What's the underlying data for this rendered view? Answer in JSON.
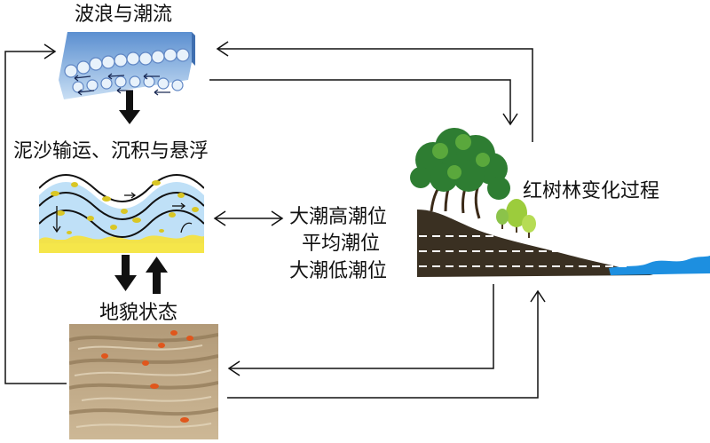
{
  "labels": {
    "waves": "波浪与潮流",
    "sediment": "泥沙输运、沉积与悬浮",
    "landform": "地貌状态",
    "mangrove": "红树林变化过程"
  },
  "tide_levels": [
    "大潮高潮位",
    "平均潮位",
    "大潮低潮位"
  ],
  "colors": {
    "water": "#9cc8ee",
    "sand": "#f2e24a",
    "mud": "#3a3022",
    "tree": "#2e7d32",
    "sea": "#1d8fe0",
    "crab": "#e0561c"
  }
}
